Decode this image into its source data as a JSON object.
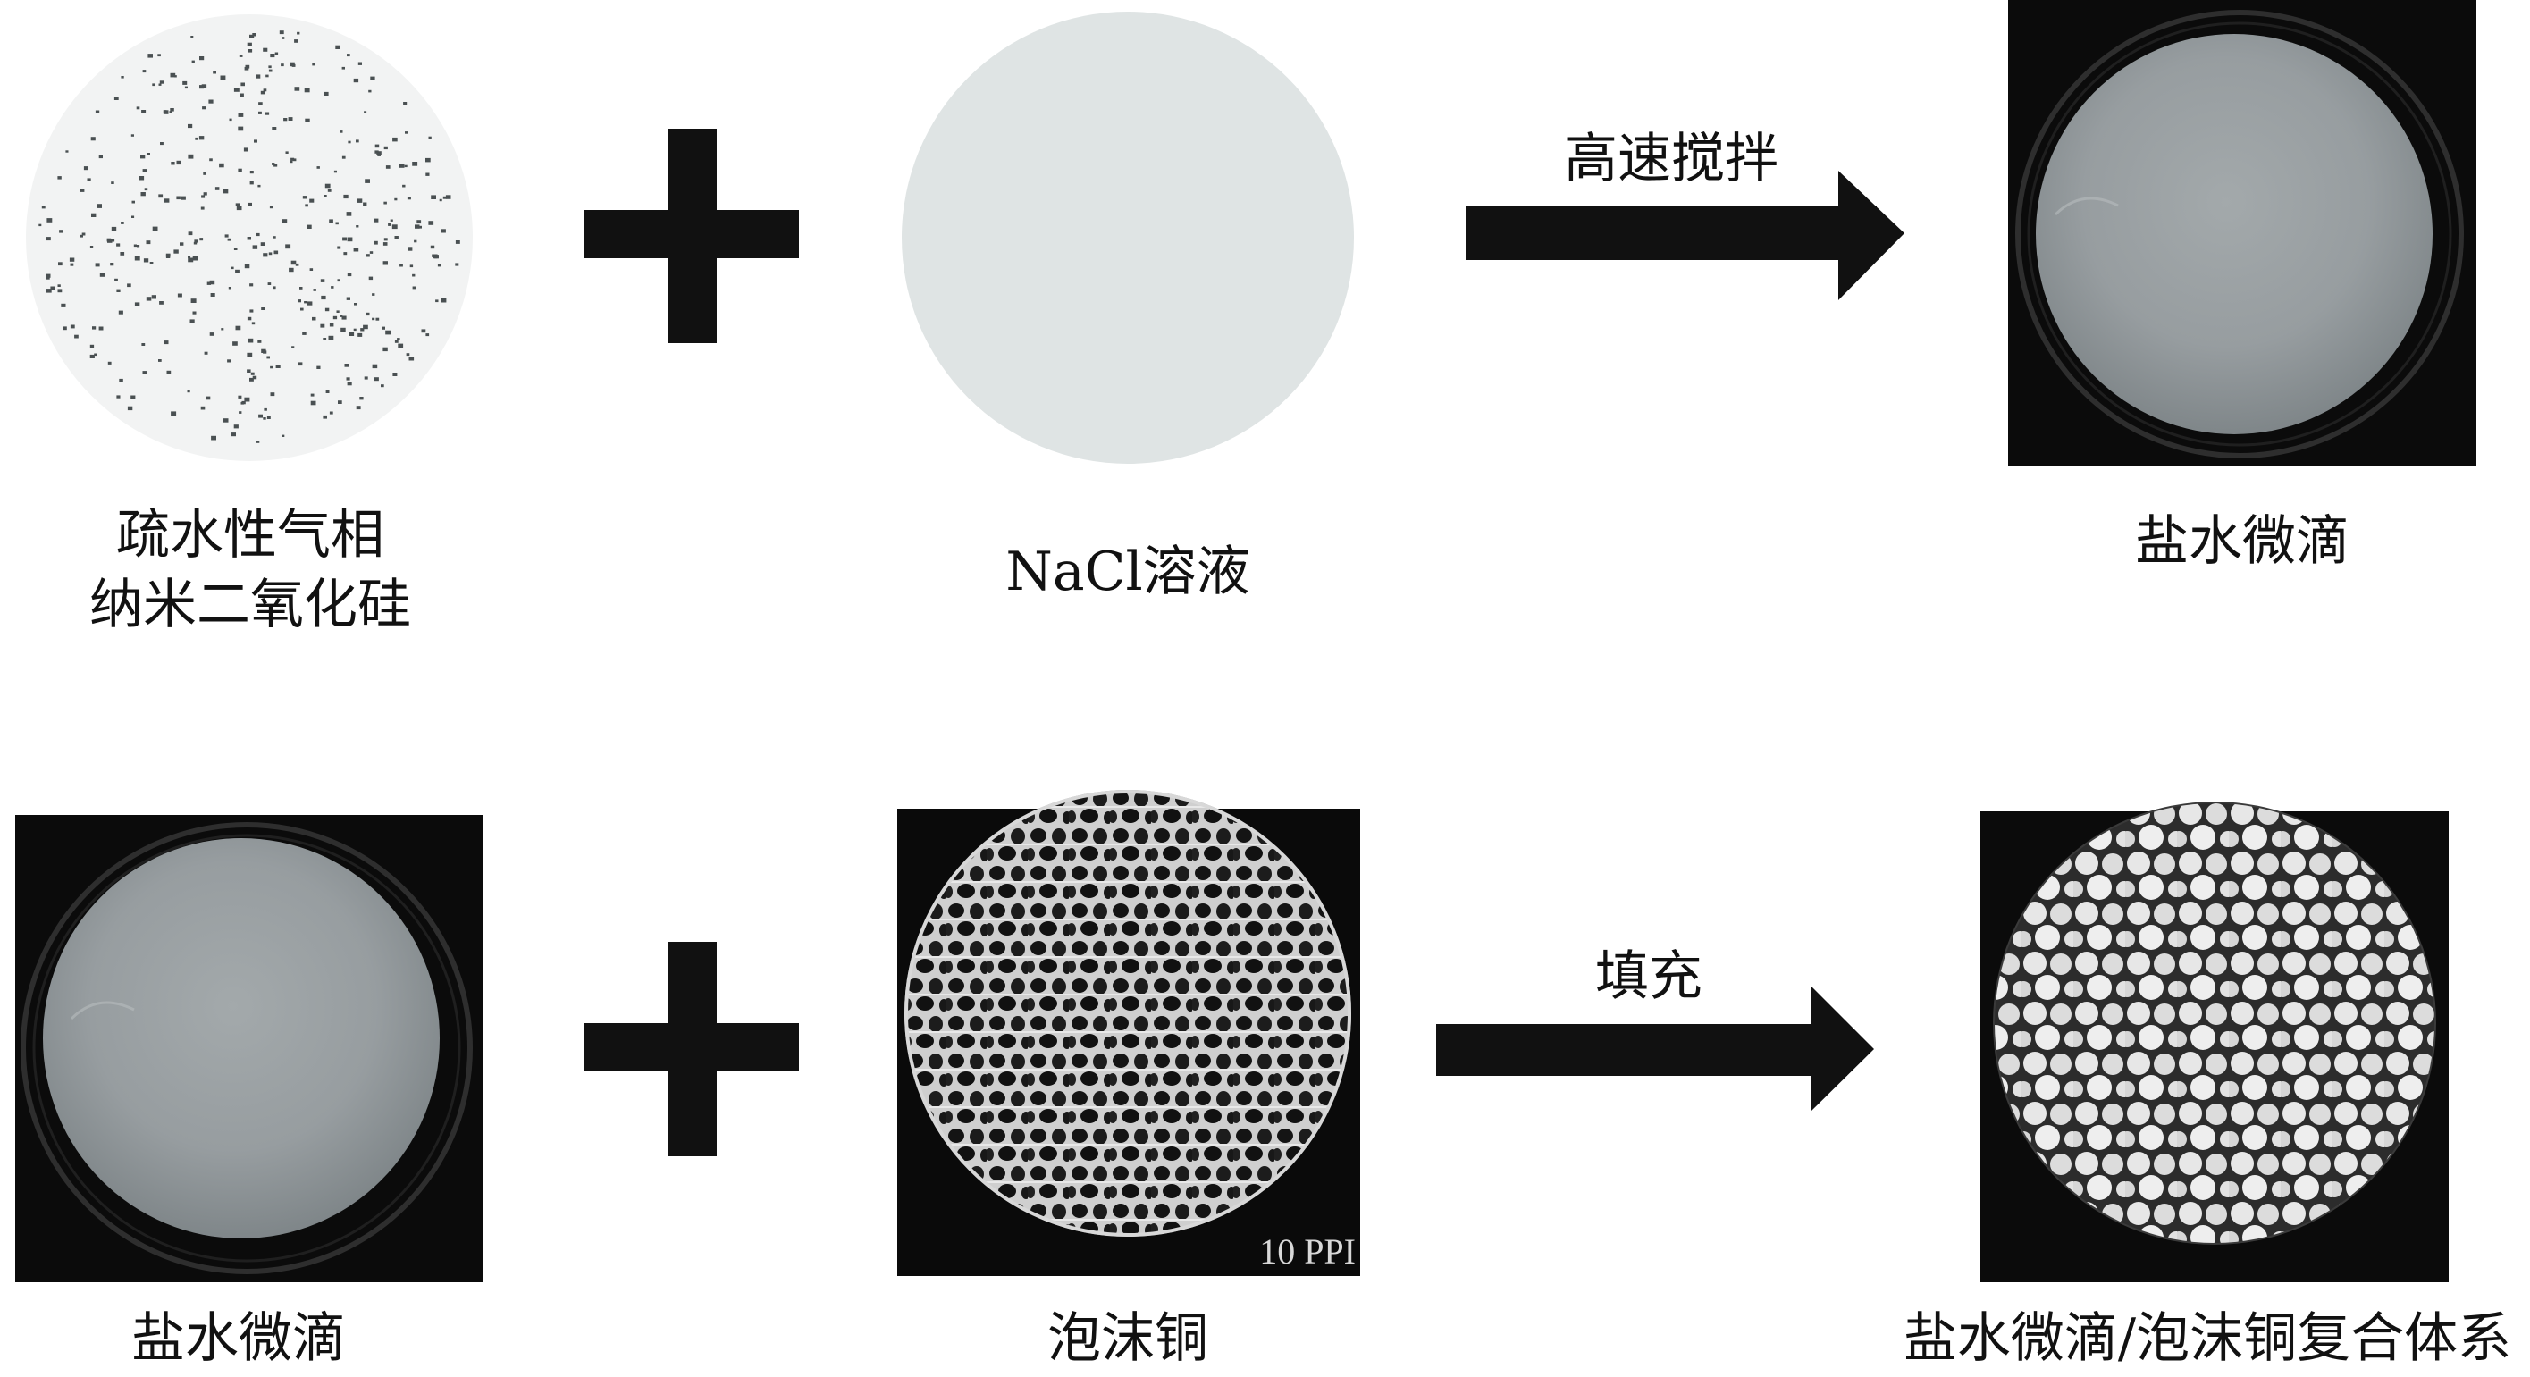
{
  "row1": {
    "item1_label_line1": "疏水性气相",
    "item1_label_line2": "纳米二氧化硅",
    "item2_label": "NaCl溶液",
    "arrow_label": "高速搅拌",
    "result_label": "盐水微滴"
  },
  "row2": {
    "item1_label": "盐水微滴",
    "item2_label": "泡沫铜",
    "item2_badge": "10 PPI",
    "arrow_label": "填充",
    "result_label": "盐水微滴/泡沫铜复合体系"
  }
}
